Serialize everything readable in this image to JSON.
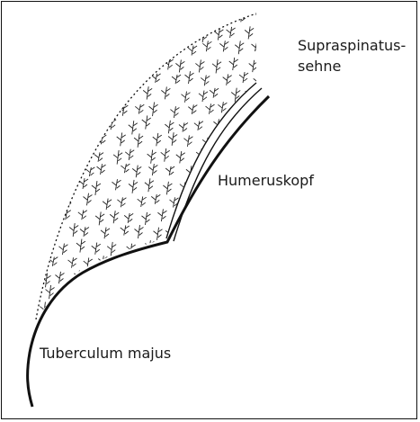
{
  "labels": {
    "supraspinatus": "Supraspinatus-\nsehne",
    "humeruskopf": "Humeruskopf",
    "tuberculum": "Tuberculum majus"
  },
  "colors": {
    "line": "#111111",
    "background": "#ffffff"
  }
}
